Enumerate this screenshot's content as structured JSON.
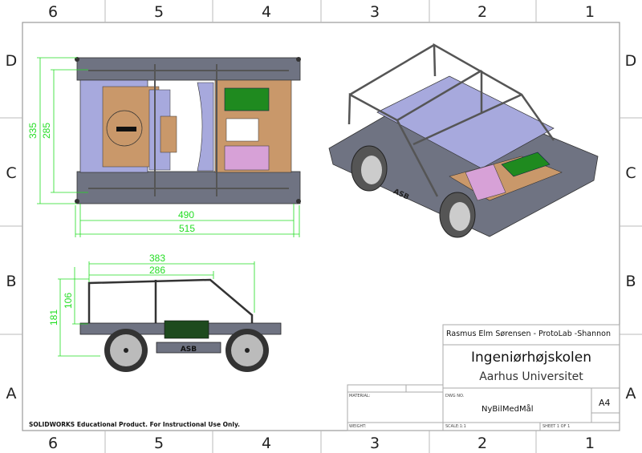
{
  "sheet": {
    "columns_top": [
      "6",
      "5",
      "4",
      "3",
      "2",
      "1"
    ],
    "columns_bottom": [
      "6",
      "5",
      "4",
      "3",
      "2",
      "1"
    ],
    "rows_left": [
      "D",
      "C",
      "B",
      "A"
    ],
    "rows_right": [
      "D",
      "C",
      "B",
      "A"
    ],
    "watermark": "SOLIDWORKS Educational Product. For Instructional Use Only."
  },
  "dimensions": {
    "top_view": {
      "height_outer": "335",
      "height_inner": "285",
      "width_inner": "490",
      "width_outer": "515"
    },
    "side_view": {
      "length_outer": "383",
      "length_inner": "286",
      "height_total": "181",
      "height_cage": "106"
    }
  },
  "model": {
    "side_label": "ASB"
  },
  "title_block": {
    "author": "Rasmus Elm Sørensen - ProtoLab -Shannon",
    "school": "Ingeniørhøjskolen",
    "university": "Aarhus Universitet",
    "material_label": "MATERIAL:",
    "weight_label": "WEIGHT:",
    "dwg_no_label": "DWG NO.",
    "dwg_no": "NyBilMedMål",
    "size": "A4",
    "scale_label": "SCALE:1:1",
    "sheet_label": "SHEET 1 OF 1"
  },
  "colors": {
    "dimension": "#22dd22",
    "frame": "#555a66",
    "plate": "#a7a9dd",
    "wood": "#c9986a",
    "pcb": "#1f8a1f",
    "battery": "#d7a1d7"
  }
}
